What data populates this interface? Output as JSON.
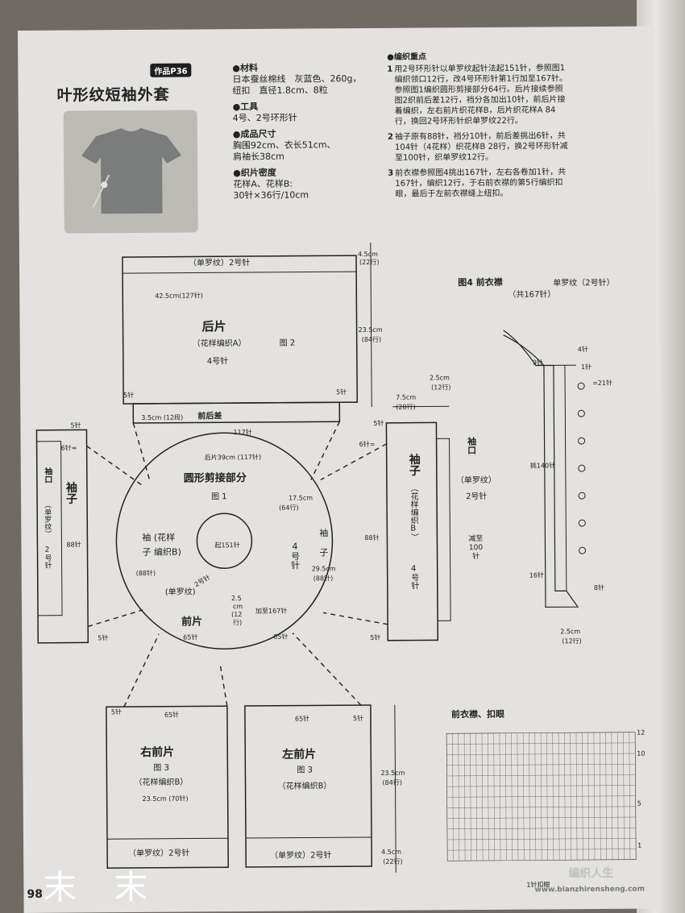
{
  "header": {
    "work_tag": "作品P36",
    "title": "叶形纹短袖外套"
  },
  "materials": {
    "heading": "●材料",
    "lines": [
      "日本蚕丝棉线　灰蓝色、260g，",
      "纽扣　直径1.8cm、8粒"
    ]
  },
  "tools": {
    "heading": "●工具",
    "lines": [
      "4号、2号环形针"
    ]
  },
  "size": {
    "heading": "●成品尺寸",
    "lines": [
      "胸围92cm、衣长51cm、",
      "肩袖长38cm"
    ]
  },
  "gauge": {
    "heading": "●织片密度",
    "lines": [
      "花样A、花样B:",
      "30针×36行/10cm"
    ]
  },
  "key_points": {
    "heading": "●编织重点",
    "items": [
      {
        "num": "1",
        "lines": [
          "用2号环形针以单罗纹起针法起151针，参照图1",
          "编织领口12行，改4号环形针第1行加至167针。",
          "参照图1编织圆形剪接部分64行。后片接续参照",
          "图2织前后差12行，裆分各加出10针，前后片接",
          "着编织，左右前片织花样B，后片织花样A 84",
          "行，换回2号环形针织单罗纹22行。"
        ]
      },
      {
        "num": "2",
        "lines": [
          "袖子原有88针，裆分10针，前后差挑出6针，共",
          "104针（4花样）织花样B 28行，换2号环形针减",
          "至100针，织单罗纹12行。"
        ]
      },
      {
        "num": "3",
        "lines": [
          "前衣襟参照图4挑出167针，左右各卷加1针，共",
          "167针，编织12行，于右前衣襟的第5行编织扣",
          "眼，最后于左前衣襟缝上纽扣。"
        ]
      }
    ]
  },
  "back_piece": {
    "rib_label": "（单罗纹）2号针",
    "width_label": "42.5cm(127针)",
    "name": "后片",
    "pattern": "（花样编织A）",
    "fig": "图 2",
    "needle": "4号针",
    "h1": "4.5cm",
    "h1r": "(22行)",
    "h2": "23.5cm",
    "h2r": "(84行)",
    "st5a": "5针",
    "st5b": "5针",
    "diff": "3.5cm (12段)",
    "diff_label": "前后差",
    "stitch117": "117针"
  },
  "yoke": {
    "back_label": "后片39cm (117针)",
    "title": "圆形剪接部分",
    "fig": "图 1",
    "start": "起151针",
    "depth": "17.5cm",
    "depth_rows": "(64行)",
    "needle": "4号针",
    "left_sleeve": "袖 (花样",
    "left_sleeve2": "子 编织B)",
    "left_sts": "(88针)",
    "right_sleeve": "袖",
    "right_sleeve2": "子",
    "right_cm": "29.5cm",
    "right_sts": "(88针)",
    "rib": "(单罗纹)",
    "neck_cm": "2.5",
    "neck_cm2": "cm",
    "neck_rows": "(12",
    "neck_rows2": "行)",
    "neck_rib": "2号针",
    "inc": "加至167针",
    "front": "前片",
    "left_65": "65针",
    "right_65": "65针"
  },
  "left_sleeve": {
    "label": "袖子",
    "cuff": "袖口",
    "rib": "（单罗纹）",
    "needle": "2号针",
    "sts": "88针",
    "s5a": "5针",
    "s6": "6针=",
    "s5b": "5针"
  },
  "right_sleeve": {
    "label": "袖子",
    "pattern": "（花样编织B）",
    "needle": "4号针",
    "cuff": "袖口",
    "rib": "（单罗纹）",
    "cuff_needle": "2号针",
    "dec": "减至100针",
    "w": "7.5cm",
    "w_rows": "(28行)",
    "c": "2.5cm",
    "c_rows": "(12行)",
    "sts": "88针",
    "s5a": "5针",
    "s6": "6针=",
    "s5b": "5针"
  },
  "right_front": {
    "name": "右前片",
    "fig": "图 3",
    "pattern": "（花样编织B）",
    "width": "23.5cm (70针)",
    "rib": "（单罗纹）2号针",
    "s5": "5针",
    "s65": "65针"
  },
  "left_front": {
    "name": "左前片",
    "fig": "图 3",
    "pattern": "（花样编织B）",
    "rib": "（单罗纹）2号针",
    "s5": "5针",
    "s65": "65针",
    "h": "23.5cm",
    "h_rows": "(84行)",
    "h2": "4.5cm",
    "h2_rows": "(22行)"
  },
  "fig4": {
    "title": "图4 前衣襟",
    "sub": "单罗纹（2号针）",
    "sub2": "（共167针）",
    "s4": "4针",
    "s9": "9针",
    "s1": "1针",
    "s21": "=21针",
    "pick": "挑140针",
    "s16": "16针",
    "s8": "8针",
    "w": "2.5cm",
    "w_rows": "(12行)"
  },
  "chart": {
    "title": "前衣襟、扣眼",
    "row_labels": [
      "12",
      "10",
      "5",
      "1"
    ],
    "note": "1针扣眼"
  },
  "footer": {
    "page_no": "98",
    "watermark_chars": "末末",
    "site": "www.bianzhirensheng.com",
    "site_logo": "编织人生"
  }
}
